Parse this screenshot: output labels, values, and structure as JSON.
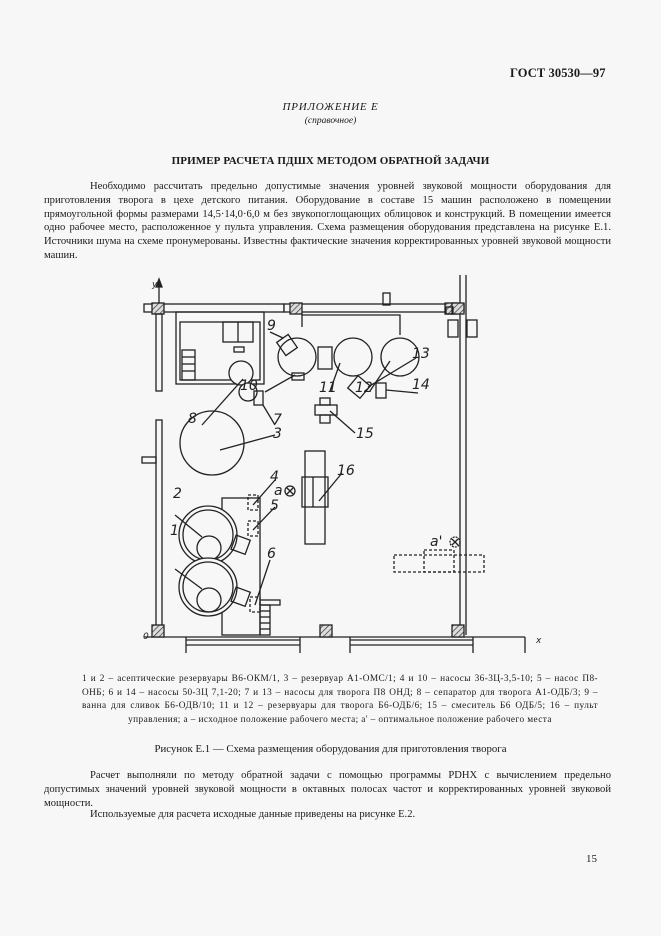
{
  "header": {
    "standard": "ГОСТ 30530—97"
  },
  "appendix": {
    "title": "ПРИЛОЖЕНИЕ Е",
    "subtitle": "(справочное)"
  },
  "section_title": "ПРИМЕР РАСЧЕТА ПДШХ МЕТОДОМ ОБРАТНОЙ ЗАДАЧИ",
  "paragraphs": {
    "intro": "Необходимо рассчитать предельно допустимые значения уровней звуковой мощности оборудования для приготовления творога в цехе детского питания. Оборудование в составе 15 машин расположено в помещении прямоугольной формы размерами 14,5·14,0·6,0 м без звукопоглощающих облицовок и конструкций. В помещении имеется одно рабочее место, расположенное у пульта управления. Схема размещения оборудования представлена на рисунке Е.1. Источники шума на схеме пронумерованы. Известны фактические значения корректированных уровней звуковой мощности машин.",
    "method": "Расчет выполняли по методу обратной задачи с помощью программы PDHX с вычислением предельно допустимых значений уровней звуковой мощности в октавных полосах частот и корректированных уровней звуковой мощности.",
    "data_ref": "Используемые для расчета исходные данные приведены на рисунке Е.2."
  },
  "figure": {
    "axis_labels": {
      "y": "y",
      "x": "x",
      "origin": "0"
    },
    "labels": [
      "1",
      "2",
      "3",
      "4",
      "5",
      "6",
      "7",
      "8",
      "9",
      "10",
      "11",
      "12",
      "13",
      "14",
      "15",
      "16"
    ],
    "work_positions": {
      "initial": "a",
      "optimal": "a'"
    },
    "legend": "1 и 2 – асептические резервуары В6-ОКМ/1, 3 – резервуар А1-ОМС/1; 4 и 10 – насосы 36-3Ц-3,5-10; 5 – насос П8-ОНБ; 6 и 14 – насосы 50-3Ц 7,1-20; 7 и 13 – насосы для творога П8 ОНД; 8 – сепаратор для творога А1-ОДБ/3; 9 – ванна для сливок Б6-ОДВ/10; 11 и 12 – резервуары для творога Б6-ОДБ/6; 15 – смеситель Б6 ОДБ/5; 16 – пульт управления; а – исходное положение рабочего места; а' – оптимальное положение рабочего места",
    "caption": "Рисунок Е.1 — Схема размещения оборудования для приготовления творога"
  },
  "footer": {
    "page_number": "15"
  }
}
